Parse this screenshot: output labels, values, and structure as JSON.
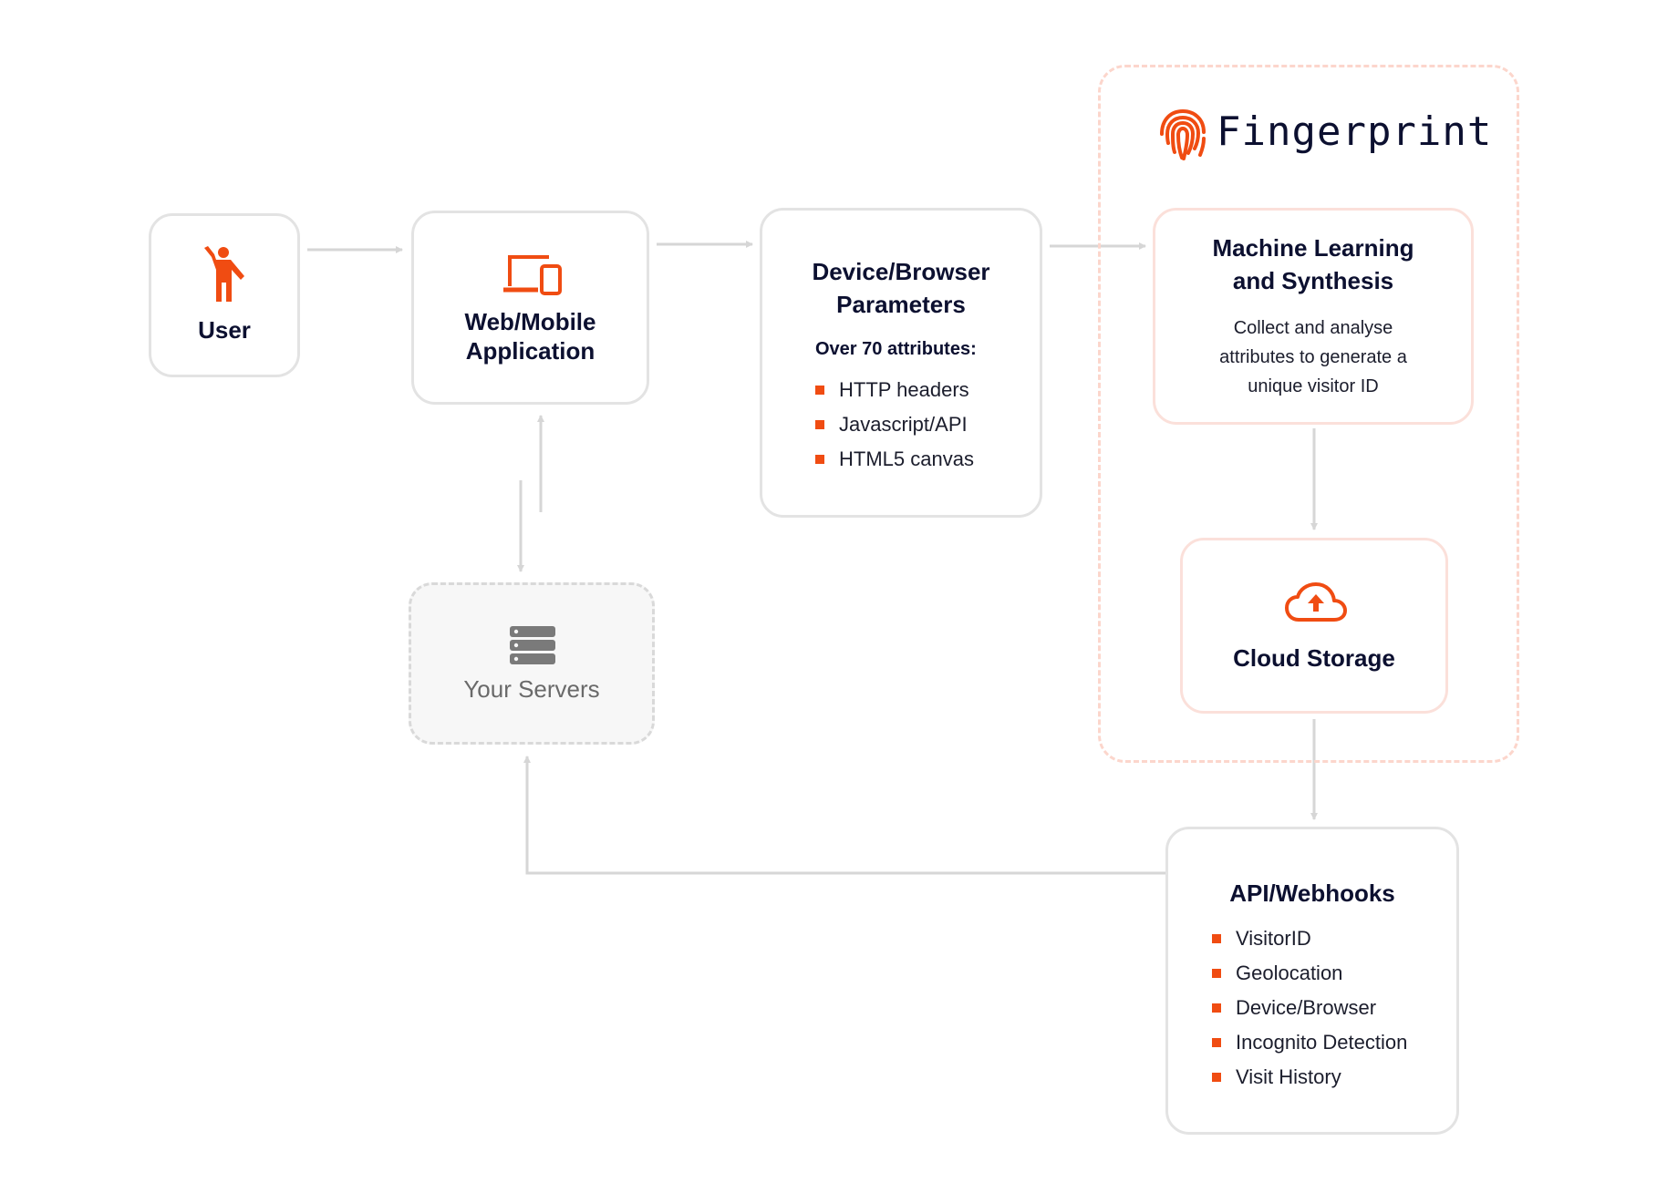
{
  "colors": {
    "accent": "#f04c12",
    "box_border": "#e3e3e3",
    "fp_border": "#fbe0da",
    "arrow": "#d6d6d6",
    "text": "#0c1030"
  },
  "brand": {
    "name": "Fingerprint",
    "icon": "fingerprint-icon"
  },
  "nodes": {
    "user": {
      "label": "User",
      "icon": "person-waving-icon"
    },
    "app": {
      "label_line1": "Web/Mobile",
      "label_line2": "Application",
      "icon": "devices-icon"
    },
    "params": {
      "title_line1": "Device/Browser",
      "title_line2": "Parameters",
      "subtitle": "Over 70 attributes:",
      "items": [
        "HTTP headers",
        "Javascript/API",
        "HTML5 canvas"
      ]
    },
    "ml": {
      "title_line1": "Machine Learning",
      "title_line2": "and Synthesis",
      "desc_line1": "Collect and analyse",
      "desc_line2": "attributes to generate a",
      "desc_line3": "unique visitor ID"
    },
    "cloud": {
      "label": "Cloud Storage",
      "icon": "cloud-upload-icon"
    },
    "servers": {
      "label": "Your Servers",
      "icon": "server-stack-icon"
    },
    "api": {
      "title": "API/Webhooks",
      "items": [
        "VisitorID",
        "Geolocation",
        "Device/Browser",
        "Incognito Detection",
        "Visit History"
      ]
    }
  }
}
